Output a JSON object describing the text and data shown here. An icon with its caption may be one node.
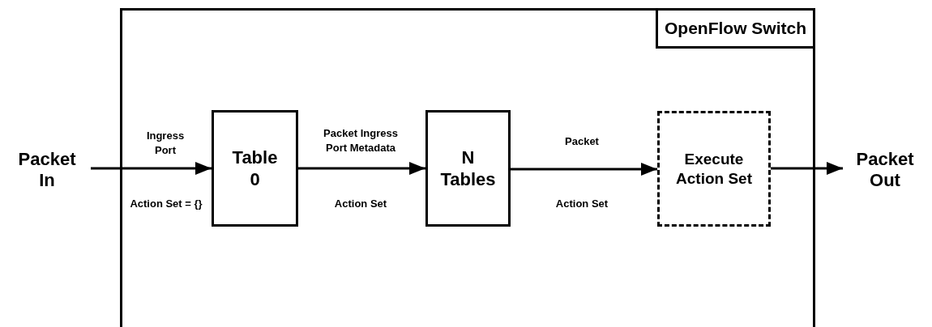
{
  "diagram": {
    "nodes": [
      {
        "text": [
          "OpenFlow Switch"
        ]
      },
      {
        "text": [
          "Packet In"
        ]
      },
      {
        "text": [
          "Table 0"
        ],
        "in": 0
      },
      {
        "text": [
          "N Tables"
        ],
        "in": 0
      },
      {
        "text": [
          "Execute Action Set"
        ],
        "in": 0
      },
      {
        "text": [
          "Packet Out"
        ]
      }
    ],
    "edges": [
      {
        "from": 1,
        "to": 2,
        "arrow": "to",
        "label": "Ingress Port"
      },
      {
        "from": 2,
        "to": 3,
        "arrow": "to",
        "label": "Packet Ingress Port Metadata"
      },
      {
        "from": 3,
        "to": 4,
        "arrow": "to",
        "label": "Packet"
      },
      {
        "from": 4,
        "to": 5,
        "arrow": "to"
      }
    ],
    "labels": [
      "Action Set = {}",
      "Action Set",
      "Action Set"
    ]
  }
}
